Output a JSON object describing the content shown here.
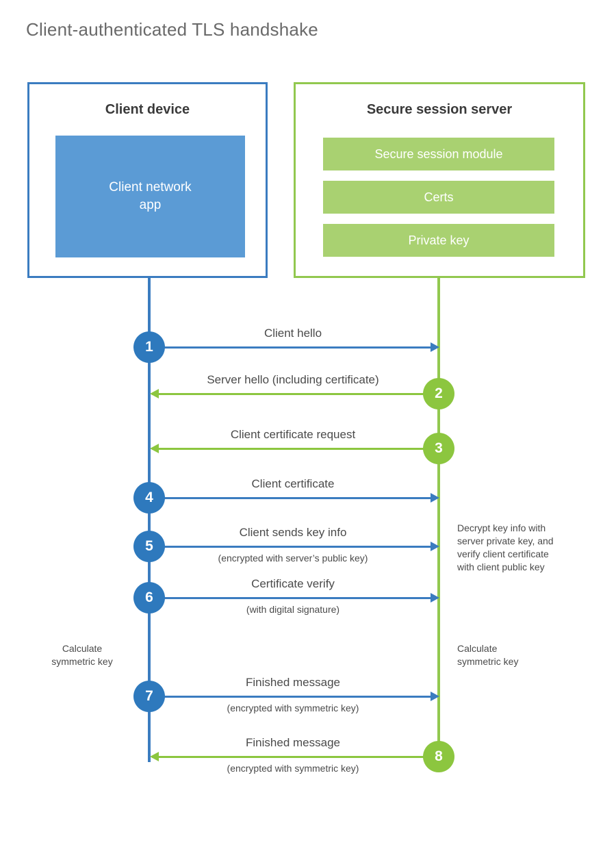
{
  "title": "Client-authenticated TLS handshake",
  "actors": {
    "client": {
      "name": "Client device",
      "component": "Client network\napp",
      "component_label": "Client network app",
      "border_color": "#3b7cc0",
      "fill_color": "#5b9bd5"
    },
    "server": {
      "name": "Secure session server",
      "border_color": "#92c84f",
      "fill_color": "#a9d171",
      "modules": [
        "Secure session module",
        "Certs",
        "Private key"
      ]
    }
  },
  "colors": {
    "client_blue": "#3b7cc0",
    "client_badge_blue": "#2e79bd",
    "client_fill_blue": "#5b9bd5",
    "server_green": "#92c84f",
    "server_badge_green": "#8cc63f",
    "server_fill_green": "#a9d171",
    "text_gray": "#4a4a4a",
    "title_gray": "#6a6a6a"
  },
  "messages": [
    {
      "step": "1",
      "label": "Client hello",
      "sublabel": "",
      "direction": "client-to-server"
    },
    {
      "step": "2",
      "label": "Server hello (including certificate)",
      "sublabel": "",
      "direction": "server-to-client"
    },
    {
      "step": "3",
      "label": "Client certificate request",
      "sublabel": "",
      "direction": "server-to-client"
    },
    {
      "step": "4",
      "label": "Client certificate",
      "sublabel": "",
      "direction": "client-to-server"
    },
    {
      "step": "5",
      "label": "Client sends key info",
      "sublabel": "(encrypted with server’s public key)",
      "direction": "client-to-server"
    },
    {
      "step": "6",
      "label": "Certificate verify",
      "sublabel": "(with digital signature)",
      "direction": "client-to-server"
    },
    {
      "step": "7",
      "label": "Finished message",
      "sublabel": "(encrypted with symmetric key)",
      "direction": "client-to-server"
    },
    {
      "step": "8",
      "label": "Finished message",
      "sublabel": "(encrypted with symmetric key)",
      "direction": "server-to-client"
    }
  ],
  "annotations": {
    "server_decrypt": "Decrypt key info with\nserver private key, and\nverify client certificate\nwith client public key",
    "server_decrypt_lines": [
      "Decrypt key info with",
      "server private key, and",
      "verify client certificate",
      "with client public key"
    ],
    "client_calculate_lines": [
      "Calculate",
      "symmetric key"
    ],
    "server_calculate_lines": [
      "Calculate",
      "symmetric key"
    ]
  }
}
